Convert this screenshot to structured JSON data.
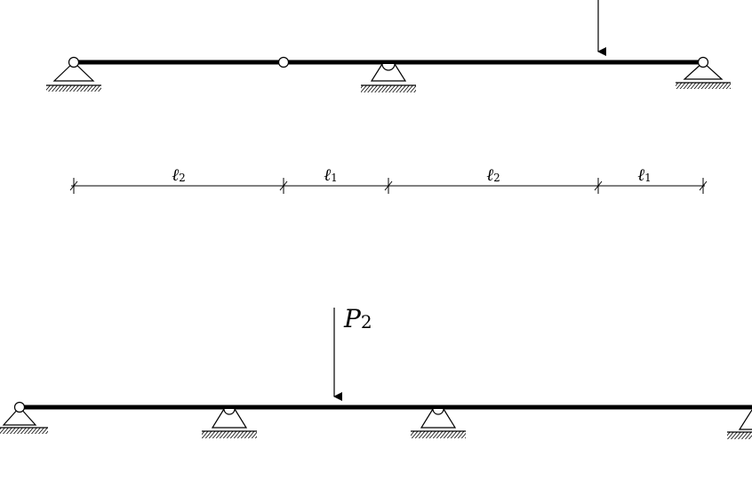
{
  "dimensions": {
    "segments": [
      {
        "symbol": "ℓ",
        "subscript": "2"
      },
      {
        "symbol": "ℓ",
        "subscript": "1"
      },
      {
        "symbol": "ℓ",
        "subscript": "2"
      },
      {
        "symbol": "ℓ",
        "subscript": "1"
      }
    ]
  },
  "lower_beam": {
    "load": {
      "symbol": "P",
      "subscript": "2"
    }
  }
}
